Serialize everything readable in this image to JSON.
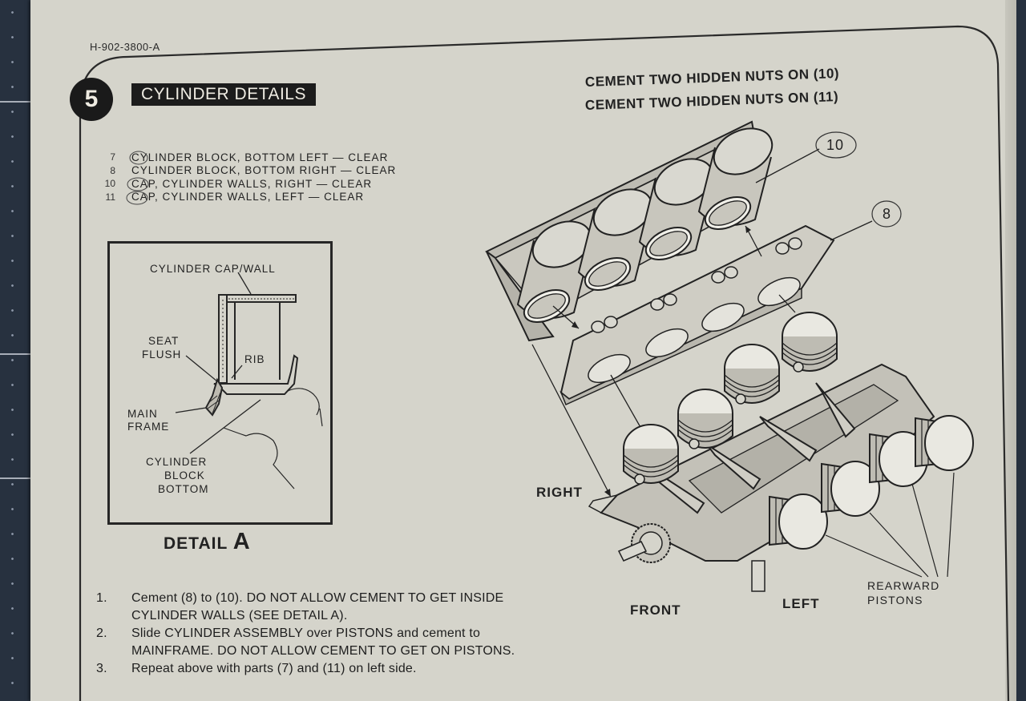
{
  "document": {
    "code": "H-902-3800-A",
    "step": {
      "number": "5",
      "title": "CYLINDER DETAILS"
    }
  },
  "parts": [
    {
      "number": "7",
      "description": "CYLINDER BLOCK, BOTTOM LEFT — CLEAR"
    },
    {
      "number": "8",
      "description": "CYLINDER BLOCK, BOTTOM RIGHT — CLEAR"
    },
    {
      "number": "10",
      "description": "CAP, CYLINDER WALLS, RIGHT — CLEAR"
    },
    {
      "number": "11",
      "description": "CAP, CYLINDER WALLS, LEFT — CLEAR"
    }
  ],
  "notes": [
    "CEMENT TWO HIDDEN NUTS ON (10)",
    "CEMENT TWO HIDDEN NUTS ON (11)"
  ],
  "detail": {
    "labels": {
      "cap_wall": "CYLINDER CAP/WALL",
      "seat_flush_1": "SEAT",
      "seat_flush_2": "FLUSH",
      "rib": "RIB",
      "main_frame_1": "MAIN",
      "main_frame_2": "FRAME",
      "block_1": "CYLINDER",
      "block_2": "BLOCK",
      "block_3": "BOTTOM"
    },
    "caption": "DETAIL",
    "caption_letter": "A"
  },
  "diagram": {
    "callout_10": "10",
    "callout_8": "8",
    "right": "RIGHT",
    "front": "FRONT",
    "left": "LEFT",
    "rearward_1": "REARWARD",
    "rearward_2": "PISTONS"
  },
  "instructions": [
    {
      "number": "1.",
      "lines": [
        "Cement (8) to (10).  DO NOT ALLOW CEMENT TO GET  INSIDE",
        "CYLINDER WALLS (SEE DETAIL A)."
      ]
    },
    {
      "number": "2.",
      "lines": [
        "Slide CYLINDER ASSEMBLY over PISTONS and cement to",
        "MAINFRAME.  DO NOT ALLOW CEMENT TO GET ON PISTONS."
      ]
    },
    {
      "number": "3.",
      "lines": [
        "Repeat above with parts (7) and (11) on left side."
      ]
    }
  ]
}
